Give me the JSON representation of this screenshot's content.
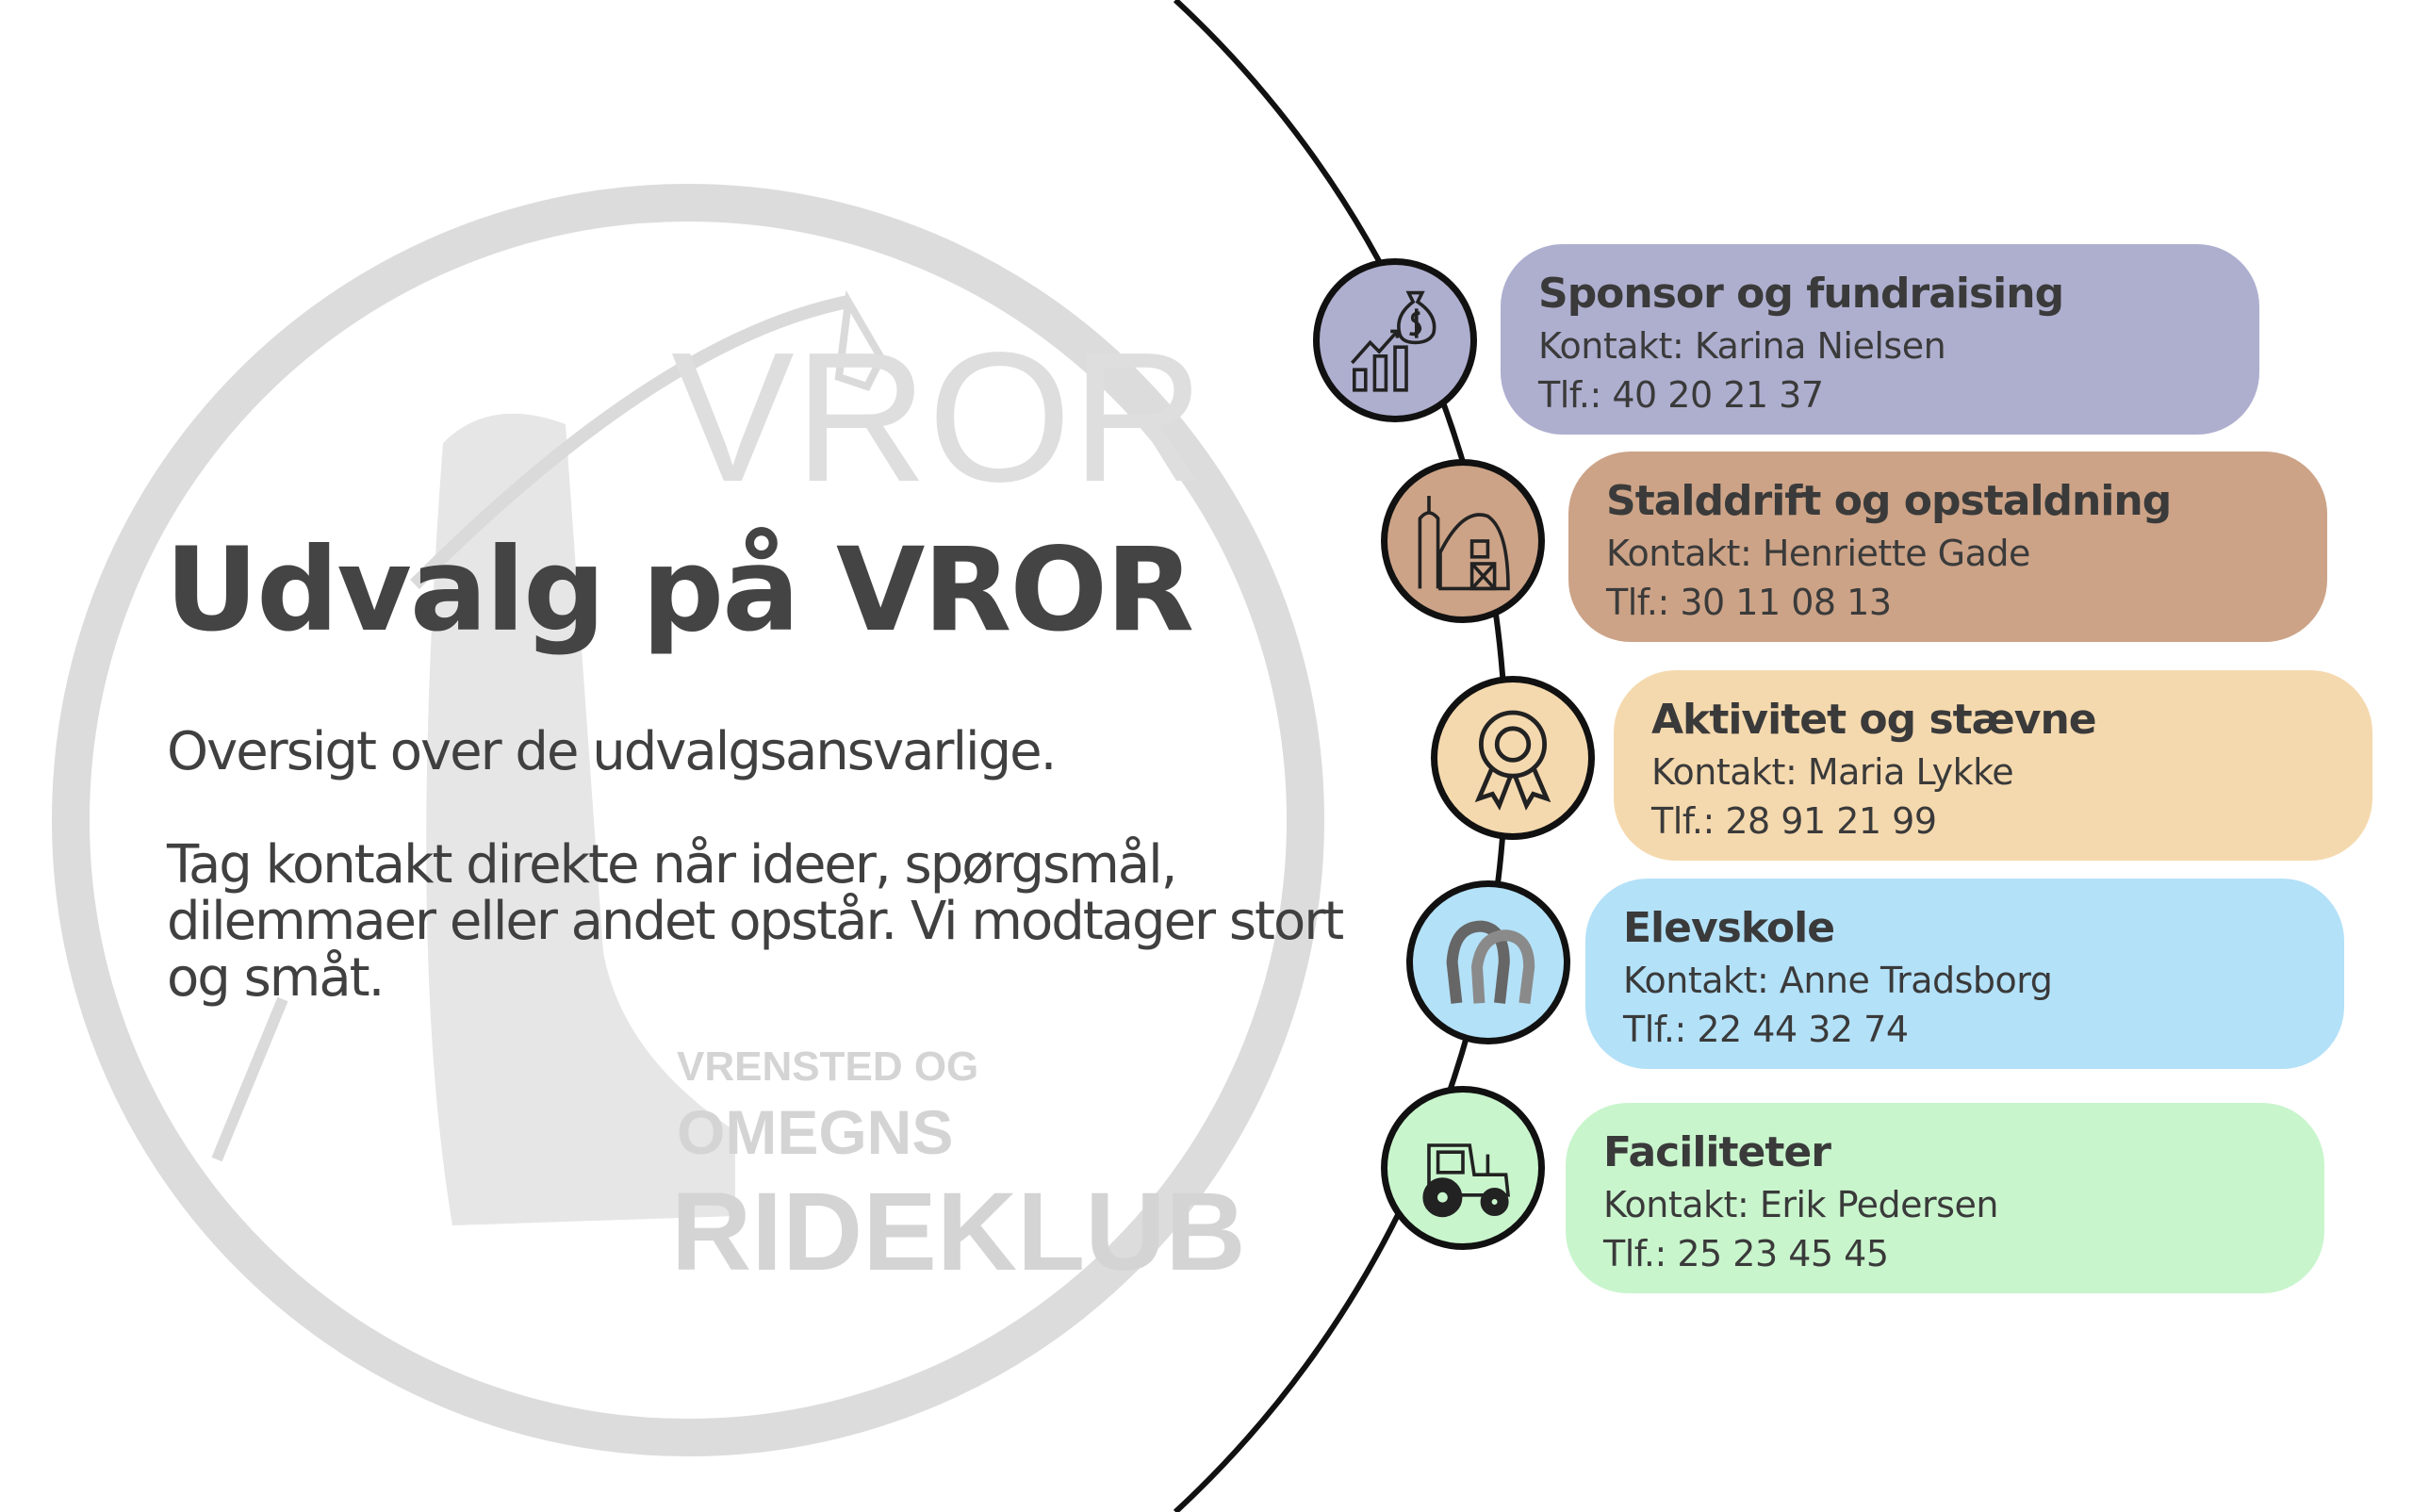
{
  "logo": {
    "line1": "VROR",
    "line2": "VRENSTED OG",
    "line3": "OMEGNS",
    "line4": "RIDEKLUB"
  },
  "header": {
    "title": "Udvalg på VROR"
  },
  "intro": {
    "subtitle": "Oversigt over de udvalgsansvarlige.",
    "body": "Tag kontakt direkte når ideer, spørgsmål, dilemmaer eller andet opstår. Vi modtager stort og småt."
  },
  "committees": [
    {
      "name": "Sponsor og fundraising",
      "contact": "Kontakt: Karina Nielsen",
      "phone": "Tlf.: 40 20 21 37",
      "icon": "money-chart-icon",
      "color": "#aeafcf"
    },
    {
      "name": "Stalddrift og opstaldning",
      "contact": "Kontakt: Henriette Gade",
      "phone": "Tlf.: 30 11 08 13",
      "icon": "barn-icon",
      "color": "#cca387"
    },
    {
      "name": "Aktivitet og stævne",
      "contact": "Kontakt: Maria Lykke",
      "phone": "Tlf.: 28 91 21 99",
      "icon": "award-ribbon-icon",
      "color": "#f5d9ae"
    },
    {
      "name": "Elevskole",
      "contact": "Kontakt: Anne Tradsborg",
      "phone": "Tlf.: 22 44 32 74",
      "icon": "horseshoe-icon",
      "color": "#b3e1f8"
    },
    {
      "name": "Faciliteter",
      "contact": "Kontakt: Erik Pedersen",
      "phone": "Tlf.: 25 23 45 45",
      "icon": "tractor-icon",
      "color": "#c9f5cd"
    }
  ]
}
